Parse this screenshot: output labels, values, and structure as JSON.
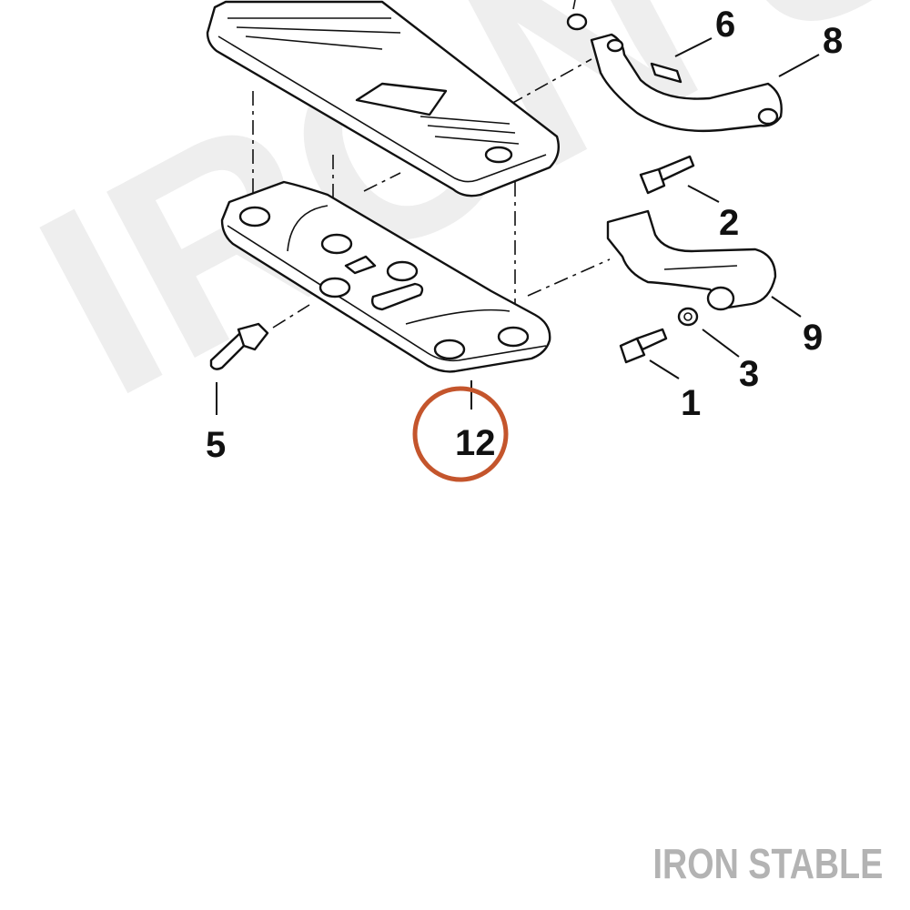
{
  "diagram": {
    "callouts": [
      {
        "id": "1",
        "text": "1"
      },
      {
        "id": "2",
        "text": "2"
      },
      {
        "id": "3",
        "text": "3"
      },
      {
        "id": "5",
        "text": "5"
      },
      {
        "id": "6",
        "text": "6"
      },
      {
        "id": "8",
        "text": "8"
      },
      {
        "id": "9",
        "text": "9"
      },
      {
        "id": "12",
        "text": "12"
      }
    ],
    "highlight": {
      "target": "12",
      "color": "#c4552c"
    }
  },
  "watermark": {
    "text": "IRON STABLE",
    "color": "#eeeeee"
  },
  "brand": {
    "text": "IRON STABLE",
    "color": "#b3b3b3"
  }
}
